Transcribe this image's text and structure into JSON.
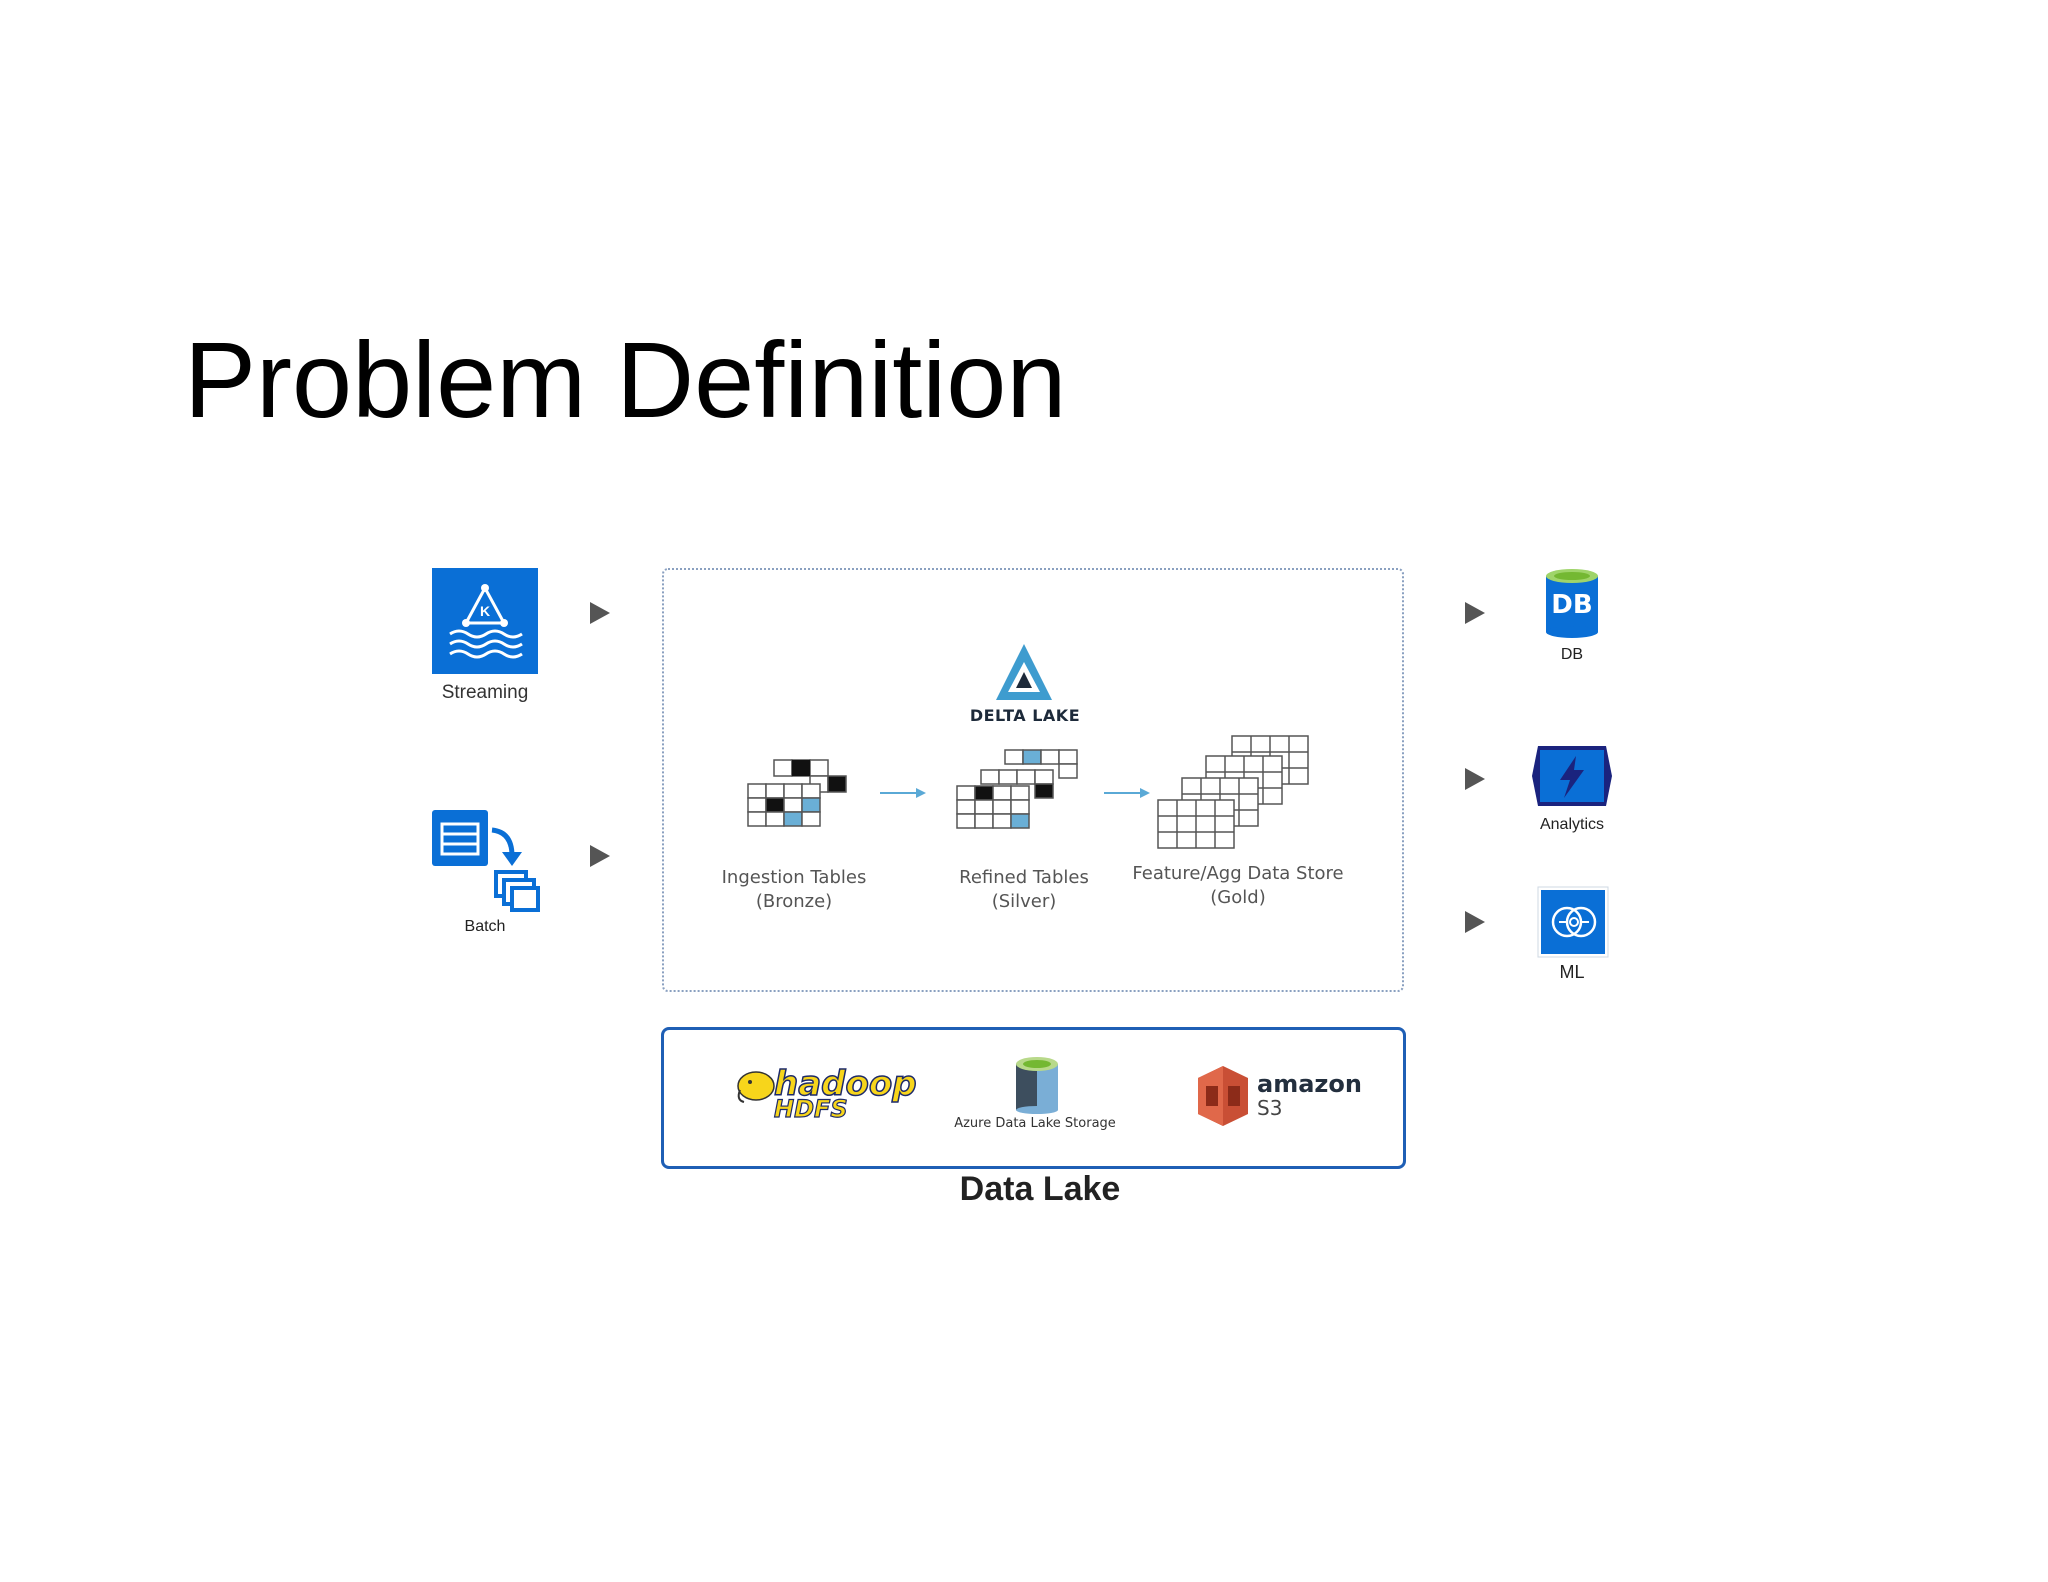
{
  "title": "Problem Definition",
  "sources": {
    "streaming": {
      "label": "Streaming",
      "icon": "kafka-streaming-icon"
    },
    "batch": {
      "label": "Batch",
      "icon": "batch-copy-icon"
    }
  },
  "delta_lake": {
    "logo_text": "DELTA LAKE",
    "tiers": [
      {
        "line1": "Ingestion Tables",
        "line2": "(Bronze)"
      },
      {
        "line1": "Refined Tables",
        "line2": "(Silver)"
      },
      {
        "line1": "Feature/Agg Data Store",
        "line2": "(Gold)"
      }
    ]
  },
  "storage": {
    "label": "Data Lake",
    "hadoop_text": "hadoop",
    "hdfs_text": "HDFS",
    "adls_label": "Azure Data Lake Storage",
    "s3_brand": "amazon",
    "s3_sub": "S3"
  },
  "destinations": {
    "db": {
      "label": "DB",
      "icon_text": "DB"
    },
    "analytics": {
      "label": "Analytics"
    },
    "ml": {
      "label": "ML"
    }
  },
  "colors": {
    "azure_blue": "#0a6fd6",
    "arrow_gray": "#555555",
    "storage_border": "#1f5fb5",
    "delta_teal": "#3e9ccf",
    "db_green": "#74b832"
  }
}
